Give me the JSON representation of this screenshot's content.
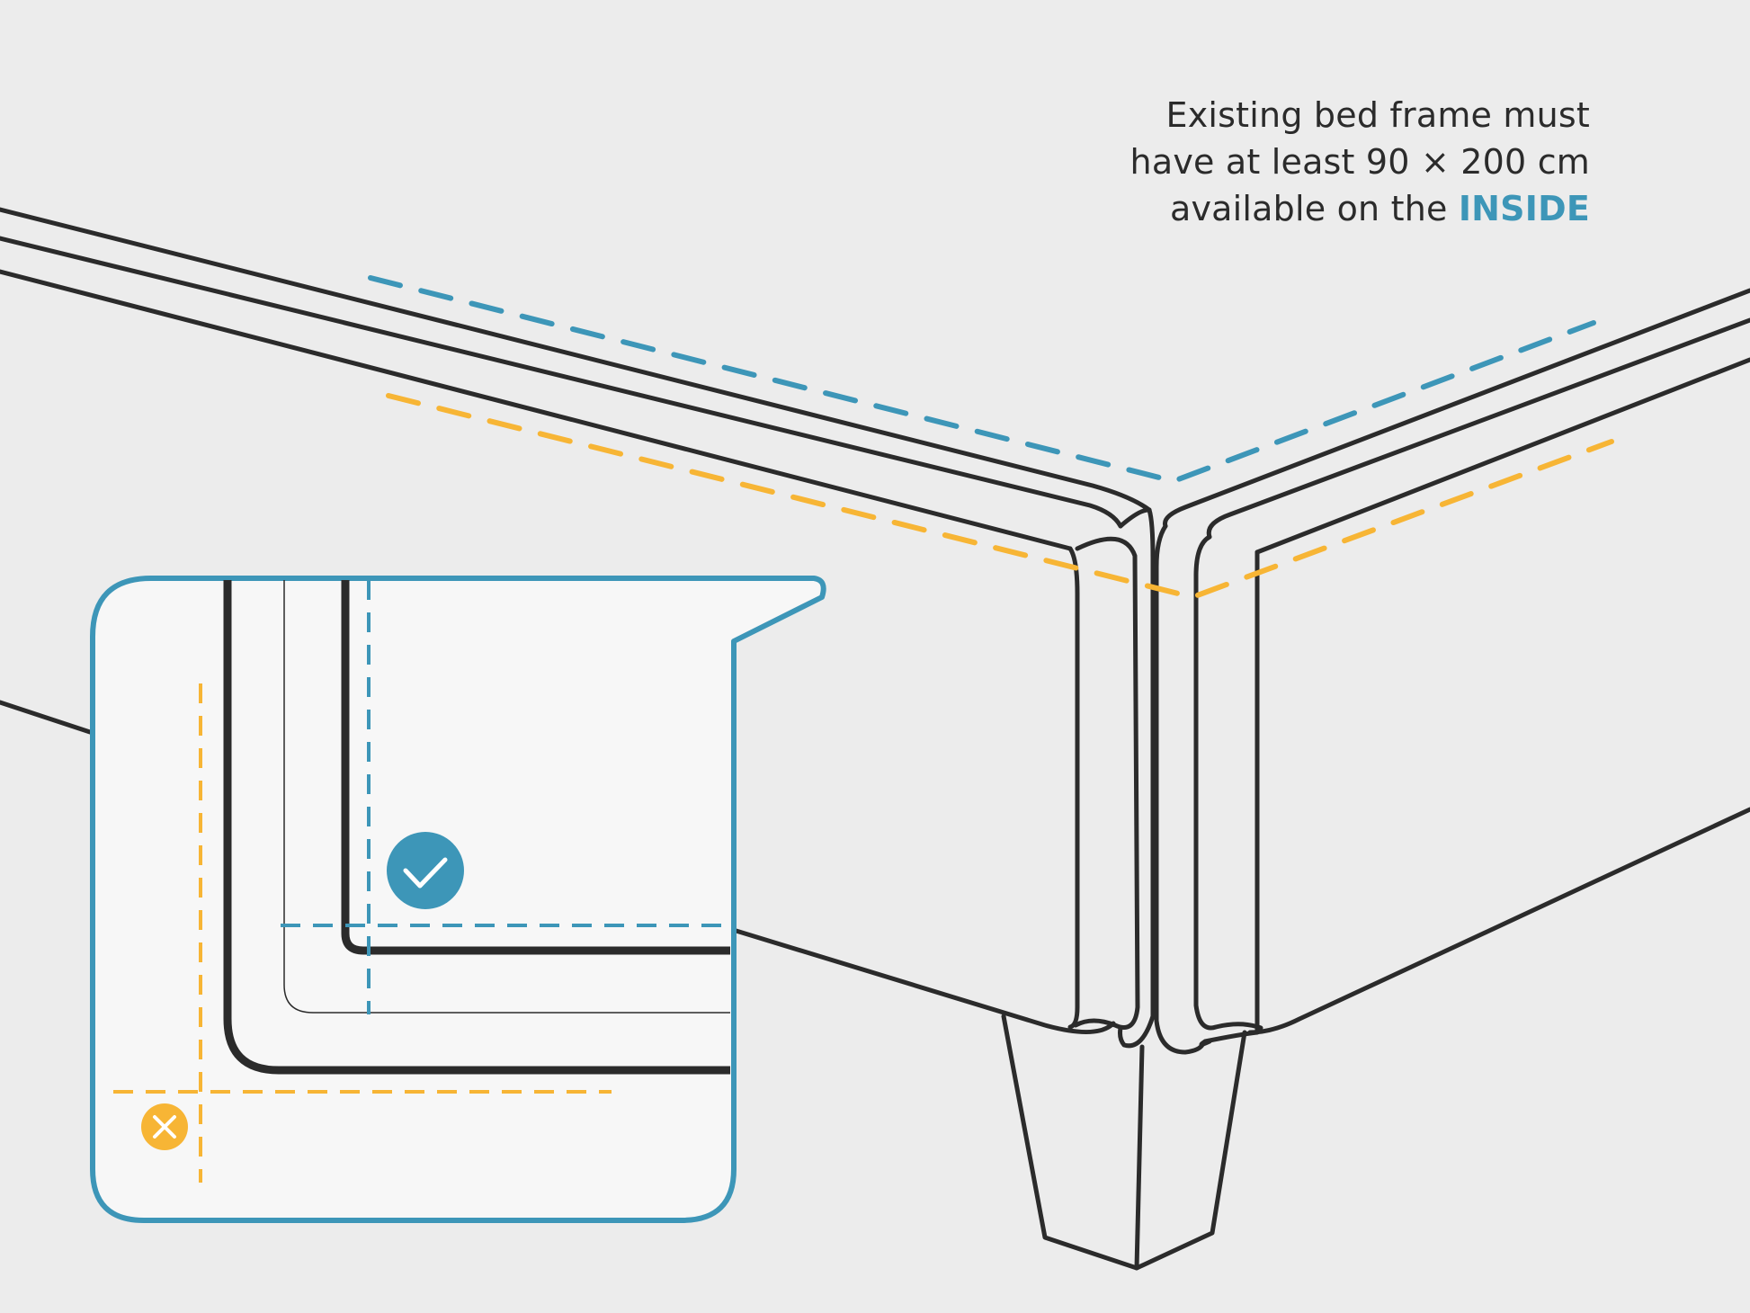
{
  "caption": {
    "line1": "Existing bed frame must",
    "line2": "have at least 90 × 200 cm",
    "line3_prefix": "available on the ",
    "line3_highlight": "INSIDE"
  },
  "colors": {
    "background": "#ececec",
    "outline": "#2b2b2b",
    "inside_accent": "#3d96b8",
    "outside_warning": "#f7b535",
    "inset_fill": "#f7f7f7"
  },
  "icons": {
    "correct": "check-circle-icon",
    "incorrect": "x-circle-icon"
  }
}
